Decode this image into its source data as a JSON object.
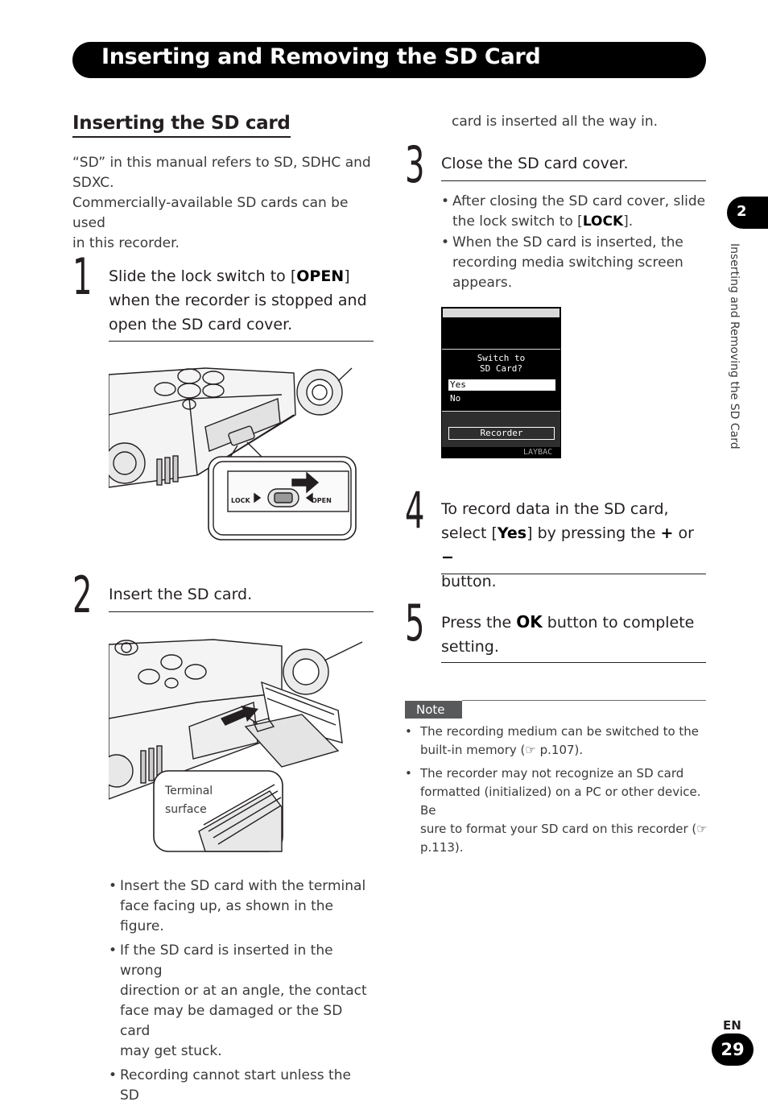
{
  "banner": {
    "title": "Inserting and Removing the SD Card"
  },
  "section": {
    "title": "Inserting the SD card",
    "intro": [
      "“SD” in this manual refers to SD, SDHC and",
      "SDXC.",
      "Commercially-available SD cards can be used",
      "in this recorder."
    ]
  },
  "steps": {
    "s1": {
      "num": "1",
      "pre": "Slide the lock switch to [",
      "key": "OPEN",
      "post": "]",
      "line2": "when the recorder is stopped and",
      "line3": "open the SD card cover."
    },
    "s2": {
      "num": "2",
      "text": "Insert the SD card."
    },
    "s3": {
      "num": "3",
      "text": "Close the SD card cover."
    },
    "s4": {
      "num": "4",
      "line1": "To record data in the SD card,",
      "pre": "select [",
      "key": "Yes",
      "mid": "] by pressing the ",
      "plus": "+",
      "or": " or ",
      "minus": "−",
      "line3": "button."
    },
    "s5": {
      "num": "5",
      "pre": "Press the ",
      "key": "OK",
      "post": " button to complete",
      "line2": "setting."
    }
  },
  "fig1": {
    "lock": "LOCK",
    "open": "OPEN"
  },
  "fig2": {
    "terminal1": "Terminal",
    "terminal2": "surface"
  },
  "step2_bullets": [
    [
      "Insert the SD card with the terminal",
      "face facing up, as shown in the figure."
    ],
    [
      "If the SD card is inserted in the wrong",
      "direction or at an angle, the contact",
      "face may be damaged or the SD card",
      "may get stuck."
    ],
    [
      "Recording cannot start unless the SD"
    ]
  ],
  "continued": "card is inserted all the way in.",
  "step3_bullets": {
    "b1_l1": "After closing the SD card cover, slide",
    "b1_pre": "the lock switch to [",
    "b1_key": "LOCK",
    "b1_post": "].",
    "b2": [
      "When the SD card is inserted, the",
      "recording media switching screen",
      "appears."
    ]
  },
  "lcd": {
    "l1": "Switch to",
    "l2": "SD Card?",
    "yes": "Yes",
    "no": "No",
    "recorder": "Recorder",
    "layback": "LAYBAC"
  },
  "note": {
    "label": "Note",
    "n1": [
      "The recording medium can be switched to the",
      "built-in memory (☞ p.107)."
    ],
    "n2": [
      "The recorder may not recognize an SD card",
      "formatted (initialized) on a PC or other device. Be",
      "sure to format your SD card on this recorder (☞",
      "p.113)."
    ]
  },
  "sidebar": {
    "chapter": "2",
    "text": "Inserting and Removing the SD Card"
  },
  "footer": {
    "lang": "EN",
    "page": "29"
  },
  "bullet_char": "•"
}
